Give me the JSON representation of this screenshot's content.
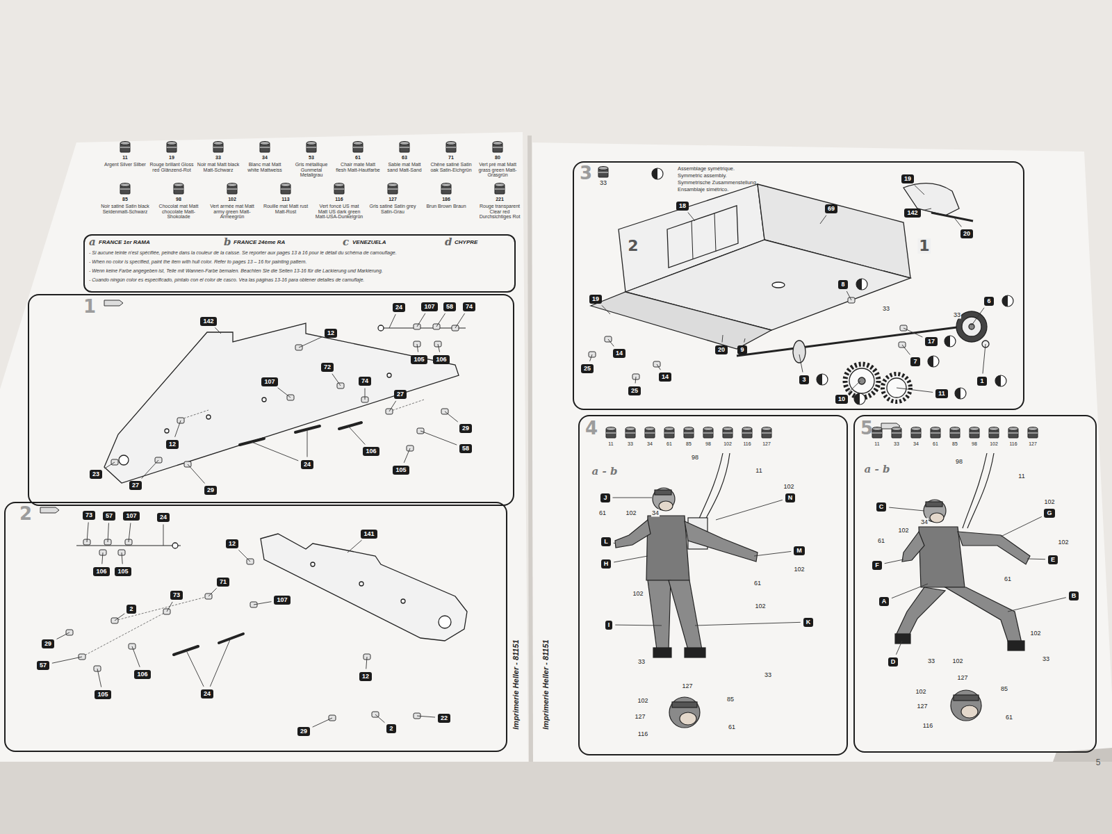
{
  "diagram": {
    "nodes": [
      {
        "text": [
          "a",
          "FRANCE 1er RAMA",
          "b",
          "FRANCE 24ème RA",
          "c",
          "VENEZUELA",
          "d",
          "CHYPRE",
          "- Si aucune teinte n'est spécifiée, peindre dans la couleur de la caisse. Se reporter aux pages 13 à 16 pour le détail du schéma de camouflage.",
          "- When no color is specified, paint the item with hull color. Refer to pages 13 – 16 for painting pattern.",
          "- Wenn keine Farbe angegeben ist, Teile mit Wannen-Farbe bemalen. Beachten Sie die Seiten 13-16 für die Lackierung und Markierung.",
          "- Cuando ningún color es especificado, píntalo con el color de casco. Vea las páginas 13-16 para obtener detalles de camuflaje."
        ]
      },
      {
        "text": [
          "1"
        ]
      },
      {
        "text": [
          "142"
        ],
        "in": 1
      },
      {
        "text": [
          "12"
        ],
        "in": 1
      },
      {
        "text": [
          "24"
        ],
        "in": 1
      },
      {
        "text": [
          "107"
        ],
        "in": 1
      },
      {
        "text": [
          "58"
        ],
        "in": 1
      },
      {
        "text": [
          "74"
        ],
        "in": 1
      },
      {
        "text": [
          "105"
        ],
        "in": 1
      },
      {
        "text": [
          "106"
        ],
        "in": 1
      },
      {
        "text": [
          "72"
        ],
        "in": 1
      },
      {
        "text": [
          "107"
        ],
        "in": 1
      },
      {
        "text": [
          "74"
        ],
        "in": 1
      },
      {
        "text": [
          "27"
        ],
        "in": 1
      },
      {
        "text": [
          "12"
        ],
        "in": 1
      },
      {
        "text": [
          "29"
        ],
        "in": 1
      },
      {
        "text": [
          "106"
        ],
        "in": 1
      },
      {
        "text": [
          "58"
        ],
        "in": 1
      },
      {
        "text": [
          "105"
        ],
        "in": 1
      },
      {
        "text": [
          "24"
        ],
        "in": 1
      },
      {
        "text": [
          "23"
        ],
        "in": 1
      },
      {
        "text": [
          "27"
        ],
        "in": 1
      },
      {
        "text": [
          "29"
        ],
        "in": 1
      },
      {
        "text": [
          "2"
        ]
      },
      {
        "text": [
          "73"
        ],
        "in": 23
      },
      {
        "text": [
          "57"
        ],
        "in": 23
      },
      {
        "text": [
          "107"
        ],
        "in": 23
      },
      {
        "text": [
          "24"
        ],
        "in": 23
      },
      {
        "text": [
          "106"
        ],
        "in": 23
      },
      {
        "text": [
          "105"
        ],
        "in": 23
      },
      {
        "text": [
          "141"
        ],
        "in": 23
      },
      {
        "text": [
          "12"
        ],
        "in": 23
      },
      {
        "text": [
          "71"
        ],
        "in": 23
      },
      {
        "text": [
          "107"
        ],
        "in": 23
      },
      {
        "text": [
          "73"
        ],
        "in": 23
      },
      {
        "text": [
          "2"
        ],
        "in": 23
      },
      {
        "text": [
          "29"
        ],
        "in": 23
      },
      {
        "text": [
          "57"
        ],
        "in": 23
      },
      {
        "text": [
          "106"
        ],
        "in": 23
      },
      {
        "text": [
          "105"
        ],
        "in": 23
      },
      {
        "text": [
          "24"
        ],
        "in": 23
      },
      {
        "text": [
          "12"
        ],
        "in": 23
      },
      {
        "text": [
          "22"
        ],
        "in": 23
      },
      {
        "text": [
          "29"
        ],
        "in": 23
      },
      {
        "text": [
          "2"
        ],
        "in": 23
      },
      {
        "text": [
          "3",
          "Assemblage symétrique.",
          "Symmetric assembly.",
          "Symmetrische Zusammenstellung.",
          "Ensamblaje simétrico."
        ]
      },
      {
        "text": [
          "19"
        ],
        "in": 45
      },
      {
        "text": [
          "142"
        ],
        "in": 45
      },
      {
        "text": [
          "20"
        ],
        "in": 45
      },
      {
        "text": [
          "18"
        ],
        "in": 45
      },
      {
        "text": [
          "69"
        ],
        "in": 45
      },
      {
        "text": [
          "19"
        ],
        "in": 45
      },
      {
        "text": [
          "8"
        ],
        "in": 45
      },
      {
        "text": [
          "6"
        ],
        "in": 45
      },
      {
        "text": [
          "14"
        ],
        "in": 45
      },
      {
        "text": [
          "25"
        ],
        "in": 45
      },
      {
        "text": [
          "20"
        ],
        "in": 45
      },
      {
        "text": [
          "9"
        ],
        "in": 45
      },
      {
        "text": [
          "17"
        ],
        "in": 45
      },
      {
        "text": [
          "7"
        ],
        "in": 45
      },
      {
        "text": [
          "14"
        ],
        "in": 45
      },
      {
        "text": [
          "25"
        ],
        "in": 45
      },
      {
        "text": [
          "3"
        ],
        "in": 45
      },
      {
        "text": [
          "10"
        ],
        "in": 45
      },
      {
        "text": [
          "11"
        ],
        "in": 45
      },
      {
        "text": [
          "1"
        ],
        "in": 45
      },
      {
        "text": [
          "4"
        ]
      },
      {
        "text": [
          "J"
        ],
        "in": 66
      },
      {
        "text": [
          "N"
        ],
        "in": 66
      },
      {
        "text": [
          "L"
        ],
        "in": 66
      },
      {
        "text": [
          "M"
        ],
        "in": 66
      },
      {
        "text": [
          "H"
        ],
        "in": 66
      },
      {
        "text": [
          "I"
        ],
        "in": 66
      },
      {
        "text": [
          "K"
        ],
        "in": 66
      },
      {
        "text": [
          "5"
        ]
      },
      {
        "text": [
          "C"
        ],
        "in": 74
      },
      {
        "text": [
          "G"
        ],
        "in": 74
      },
      {
        "text": [
          "F"
        ],
        "in": 74
      },
      {
        "text": [
          "E"
        ],
        "in": 74
      },
      {
        "text": [
          "A"
        ],
        "in": 74
      },
      {
        "text": [
          "B"
        ],
        "in": 74
      },
      {
        "text": [
          "D"
        ],
        "in": 74
      }
    ],
    "labels": [
      "11",
      "Argent Silver Silber",
      "19",
      "Rouge brillant Gloss red Glänzend-Rot",
      "33",
      "Noir mat Matt black Matt-Schwarz",
      "34",
      "Blanc mat Matt white Mattweiss",
      "53",
      "Gris métallique Gunmetal Metallgrau",
      "61",
      "Chair mate Matt flesh Matt-Hautfarbe",
      "63",
      "Sable mat Matt sand Matt-Sand",
      "71",
      "Chêne satiné Satin oak Satin-Eichgrün",
      "80",
      "Vert pré mat Matt grass green Matt-Grasgrün",
      "85",
      "Noir satiné Satin black Seidenmatt-Schwarz",
      "98",
      "Chocolat mat Matt chocolate Matt-Shokolade",
      "102",
      "Vert armée mat Matt army green Matt-Armeegrün",
      "113",
      "Rouille mat Matt rust Matt-Rost",
      "116",
      "Vert foncé US mat Matt US dark green Matt-USA-Dunkelgrün",
      "127",
      "Gris satiné Satin grey Satin-Grau",
      "186",
      "Brun Brown Braun",
      "221",
      "Rouge transparent Clear red Durchsichtiges Rot",
      "33",
      "2",
      "1",
      "33",
      "33",
      "11",
      "33",
      "34",
      "61",
      "85",
      "98",
      "102",
      "116",
      "127",
      "a - b",
      "98",
      "11",
      "102",
      "61",
      "102",
      "34",
      "102",
      "61",
      "102",
      "102",
      "33",
      "33",
      "127",
      "102",
      "85",
      "127",
      "61",
      "116",
      "11",
      "33",
      "34",
      "61",
      "85",
      "98",
      "102",
      "116",
      "127",
      "a - b",
      "98",
      "11",
      "102",
      "102",
      "61",
      "34",
      "102",
      "61",
      "102",
      "33",
      "102",
      "33",
      "127",
      "102",
      "85",
      "127",
      "61",
      "116",
      "Imprimerie Heller - 81151",
      "Imprimerie Heller - 81151",
      "5"
    ]
  }
}
